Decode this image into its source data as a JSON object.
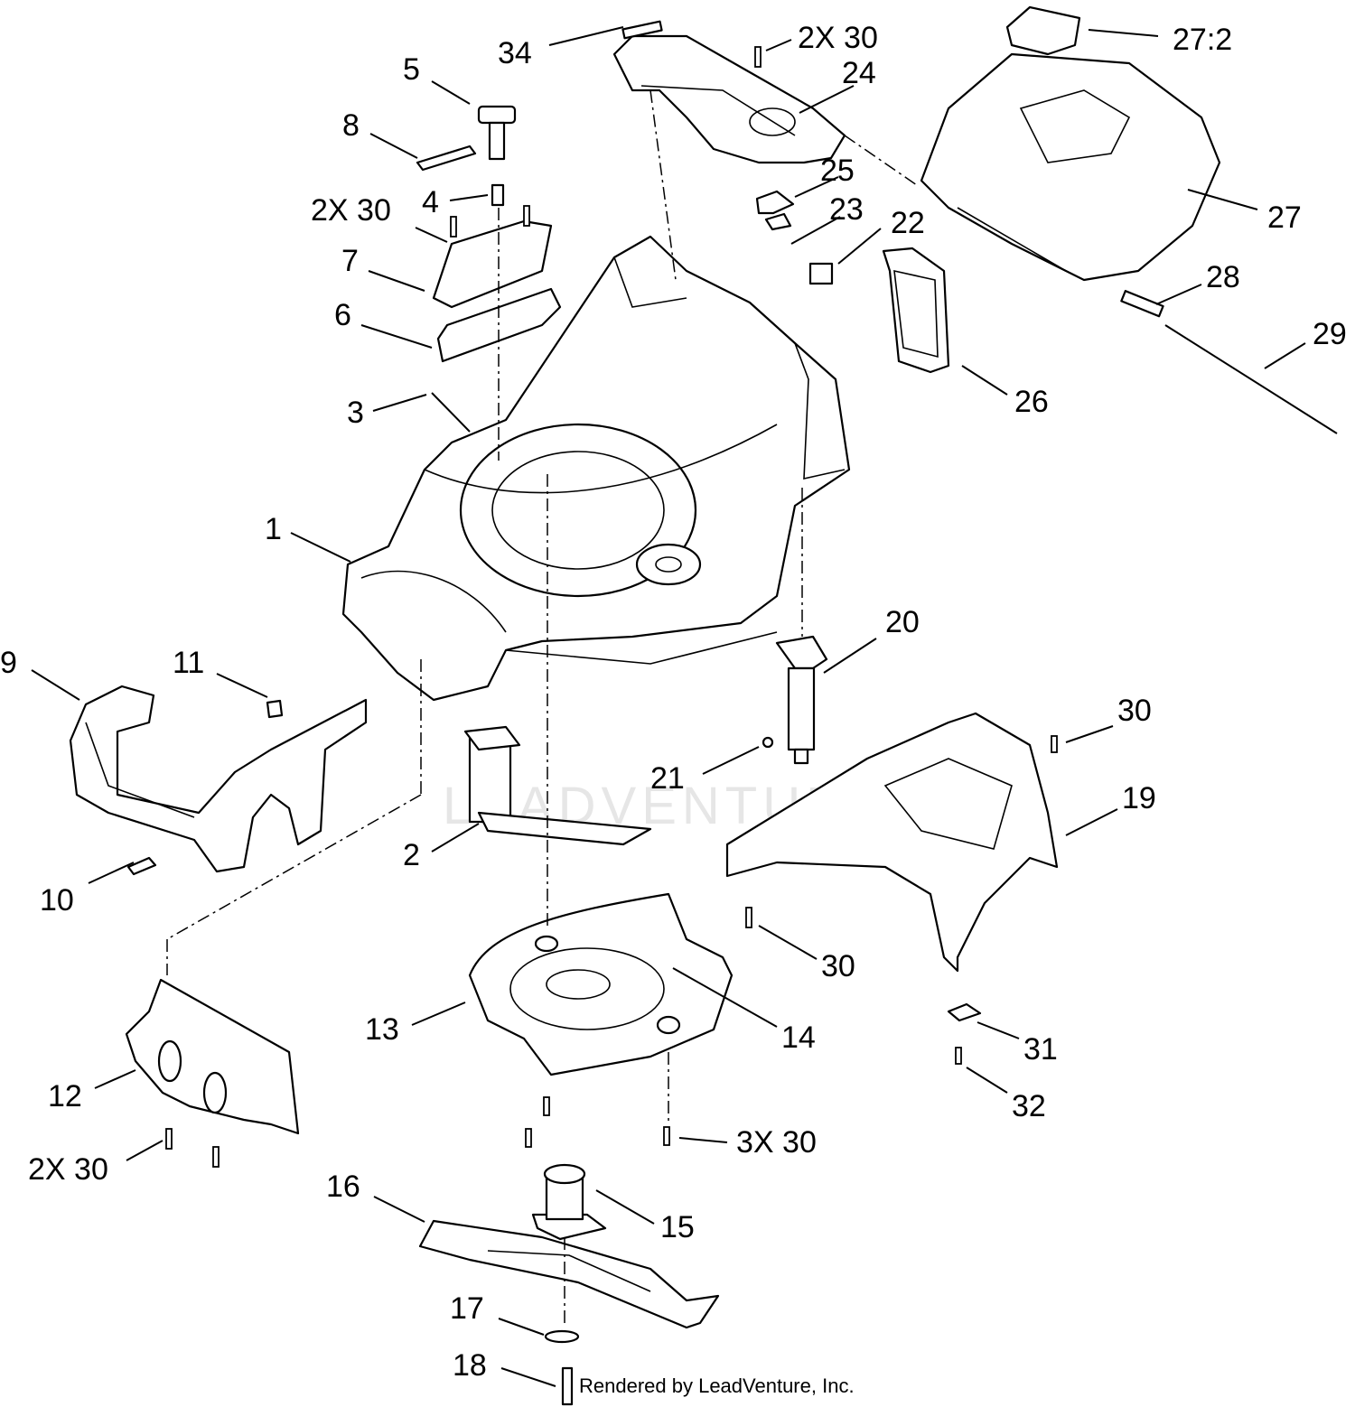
{
  "diagram": {
    "callouts": [
      {
        "key": "c34",
        "text": "34"
      },
      {
        "key": "c2x30a",
        "text": "2X 30"
      },
      {
        "key": "c27_2",
        "text": "27:2"
      },
      {
        "key": "c5",
        "text": "5"
      },
      {
        "key": "c24",
        "text": "24"
      },
      {
        "key": "c8",
        "text": "8"
      },
      {
        "key": "c25",
        "text": "25"
      },
      {
        "key": "c4",
        "text": "4"
      },
      {
        "key": "c2x30b",
        "text": "2X 30"
      },
      {
        "key": "c23",
        "text": "23"
      },
      {
        "key": "c22",
        "text": "22"
      },
      {
        "key": "c27",
        "text": "27"
      },
      {
        "key": "c7",
        "text": "7"
      },
      {
        "key": "c28",
        "text": "28"
      },
      {
        "key": "c6",
        "text": "6"
      },
      {
        "key": "c29",
        "text": "29"
      },
      {
        "key": "c26",
        "text": "26"
      },
      {
        "key": "c3",
        "text": "3"
      },
      {
        "key": "c1",
        "text": "1"
      },
      {
        "key": "c20",
        "text": "20"
      },
      {
        "key": "c9",
        "text": "9"
      },
      {
        "key": "c11",
        "text": "11"
      },
      {
        "key": "c30a",
        "text": "30"
      },
      {
        "key": "c21",
        "text": "21"
      },
      {
        "key": "c19",
        "text": "19"
      },
      {
        "key": "c2",
        "text": "2"
      },
      {
        "key": "c10",
        "text": "10"
      },
      {
        "key": "c30b",
        "text": "30"
      },
      {
        "key": "c13",
        "text": "13"
      },
      {
        "key": "c14",
        "text": "14"
      },
      {
        "key": "c31",
        "text": "31"
      },
      {
        "key": "c12",
        "text": "12"
      },
      {
        "key": "c32",
        "text": "32"
      },
      {
        "key": "c2x30c",
        "text": "2X 30"
      },
      {
        "key": "c3x30",
        "text": "3X 30"
      },
      {
        "key": "c16",
        "text": "16"
      },
      {
        "key": "c15",
        "text": "15"
      },
      {
        "key": "c17",
        "text": "17"
      },
      {
        "key": "c18",
        "text": "18"
      }
    ],
    "credit": "Rendered by LeadVenture, Inc.",
    "watermark": "LEADVENTURE"
  }
}
